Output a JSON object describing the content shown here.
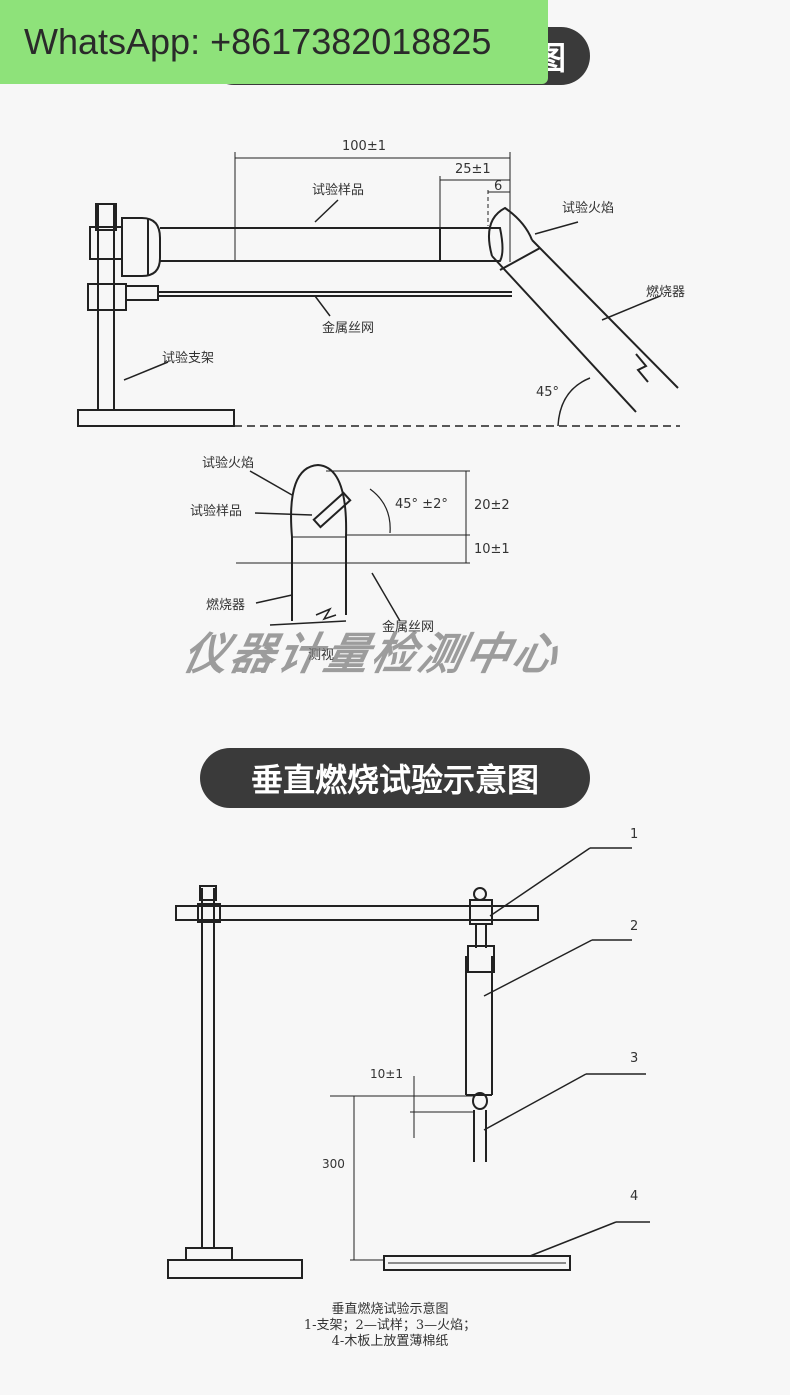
{
  "banner": {
    "text": "WhatsApp: +8617382018825"
  },
  "top_pill": {
    "visible_fragment": "图"
  },
  "horizontal_diagram": {
    "dim_length": "100±1",
    "dim_flame_offset": "25±1",
    "dim_small": "6",
    "label_specimen": "试验样品",
    "label_flame": "试验火焰",
    "label_burner": "燃烧器",
    "label_mesh": "金属丝网",
    "label_stand": "试验支架",
    "angle": "45°"
  },
  "side_diagram": {
    "label_flame": "试验火焰",
    "label_specimen": "试验样品",
    "label_burner": "燃烧器",
    "label_mesh": "金属丝网",
    "label_view": "测视",
    "angle": "45°  ±2°",
    "dim_height": "20±2",
    "dim_gap": "10±1"
  },
  "watermark": {
    "text": "仪器计量检测中心"
  },
  "section_title": {
    "text": "垂直燃烧试验示意图"
  },
  "vertical_diagram": {
    "callouts": [
      "1",
      "2",
      "3",
      "4"
    ],
    "dim_gap": "10±1",
    "dim_height": "300"
  },
  "caption": {
    "line1": "垂直燃烧试验示意图",
    "line2": "1-支架；2—试样；3—火焰；",
    "line3": "4-木板上放置薄棉纸"
  }
}
